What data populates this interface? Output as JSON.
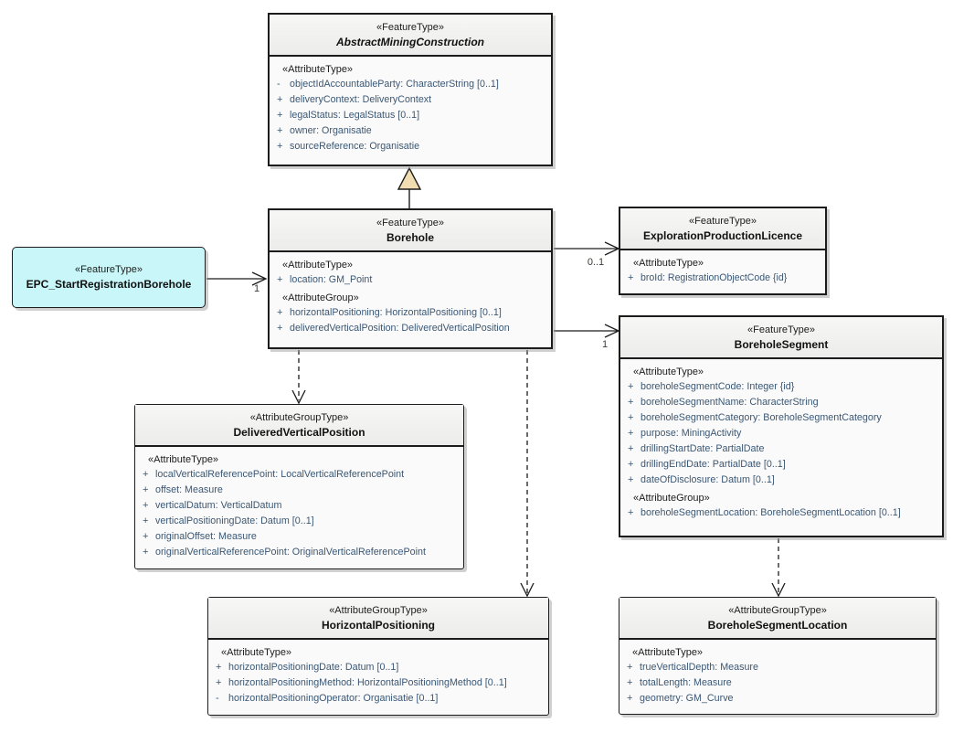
{
  "diagram": {
    "colors": {
      "attribute_text": "#3a5774",
      "stereotype_text": "#1c1c1c",
      "border": "#1c1c1c",
      "box_fill": "#fafafa",
      "header_fill": "#efefee",
      "epc_fill": "#c9f7f9",
      "generalization_fill": "#f2ddb2",
      "label_text": "#3c3a33"
    }
  },
  "classes": [
    {
      "stereotype": "«FeatureType»",
      "name": "AbstractMiningConstruction",
      "abstract": true,
      "compartments": [
        {
          "label": "«AttributeType»",
          "attributes": [
            {
              "vis": "-",
              "text": "objectIdAccountableParty: CharacterString [0..1]"
            },
            {
              "vis": "+",
              "text": "deliveryContext: DeliveryContext"
            },
            {
              "vis": "+",
              "text": "legalStatus: LegalStatus [0..1]"
            },
            {
              "vis": "+",
              "text": "owner: Organisatie"
            },
            {
              "vis": "+",
              "text": "sourceReference: Organisatie"
            }
          ]
        }
      ]
    },
    {
      "stereotype": "«FeatureType»",
      "name": "Borehole",
      "abstract": false,
      "compartments": [
        {
          "label": "«AttributeType»",
          "attributes": [
            {
              "vis": "+",
              "text": "location: GM_Point"
            }
          ]
        },
        {
          "label": "«AttributeGroup»",
          "attributes": [
            {
              "vis": "+",
              "text": "horizontalPositioning: HorizontalPositioning [0..1]"
            },
            {
              "vis": "+",
              "text": "deliveredVerticalPosition: DeliveredVerticalPosition"
            }
          ]
        }
      ]
    },
    {
      "stereotype": "«FeatureType»",
      "name": "EPC_StartRegistrationBorehole",
      "abstract": false,
      "compartments": []
    },
    {
      "stereotype": "«FeatureType»",
      "name": "ExplorationProductionLicence",
      "abstract": false,
      "compartments": [
        {
          "label": "«AttributeType»",
          "attributes": [
            {
              "vis": "+",
              "text": "broId: RegistrationObjectCode {id}"
            }
          ]
        }
      ]
    },
    {
      "stereotype": "«FeatureType»",
      "name": "BoreholeSegment",
      "abstract": false,
      "compartments": [
        {
          "label": "«AttributeType»",
          "attributes": [
            {
              "vis": "+",
              "text": "boreholeSegmentCode: Integer {id}"
            },
            {
              "vis": "+",
              "text": "boreholeSegmentName: CharacterString"
            },
            {
              "vis": "+",
              "text": "boreholeSegmentCategory: BoreholeSegmentCategory"
            },
            {
              "vis": "+",
              "text": "purpose: MiningActivity"
            },
            {
              "vis": "+",
              "text": "drillingStartDate: PartialDate"
            },
            {
              "vis": "+",
              "text": "drillingEndDate: PartialDate [0..1]"
            },
            {
              "vis": "+",
              "text": "dateOfDisclosure: Datum [0..1]"
            }
          ]
        },
        {
          "label": "«AttributeGroup»",
          "attributes": [
            {
              "vis": "+",
              "text": "boreholeSegmentLocation: BoreholeSegmentLocation [0..1]"
            }
          ]
        }
      ]
    },
    {
      "stereotype": "«AttributeGroupType»",
      "name": "DeliveredVerticalPosition",
      "abstract": false,
      "compartments": [
        {
          "label": "«AttributeType»",
          "attributes": [
            {
              "vis": "+",
              "text": "localVerticalReferencePoint: LocalVerticalReferencePoint"
            },
            {
              "vis": "+",
              "text": "offset: Measure"
            },
            {
              "vis": "+",
              "text": "verticalDatum: VerticalDatum"
            },
            {
              "vis": "+",
              "text": "verticalPositioningDate: Datum [0..1]"
            },
            {
              "vis": "+",
              "text": "originalOffset: Measure"
            },
            {
              "vis": "+",
              "text": "originalVerticalReferencePoint: OriginalVerticalReferencePoint"
            }
          ]
        }
      ]
    },
    {
      "stereotype": "«AttributeGroupType»",
      "name": "HorizontalPositioning",
      "abstract": false,
      "compartments": [
        {
          "label": "«AttributeType»",
          "attributes": [
            {
              "vis": "+",
              "text": "horizontalPositioningDate: Datum [0..1]"
            },
            {
              "vis": "+",
              "text": "horizontalPositioningMethod: HorizontalPositioningMethod [0..1]"
            },
            {
              "vis": "-",
              "text": "horizontalPositioningOperator: Organisatie [0..1]"
            }
          ]
        }
      ]
    },
    {
      "stereotype": "«AttributeGroupType»",
      "name": "BoreholeSegmentLocation",
      "abstract": false,
      "compartments": [
        {
          "label": "«AttributeType»",
          "attributes": [
            {
              "vis": "+",
              "text": "trueVerticalDepth: Measure"
            },
            {
              "vis": "+",
              "text": "totalLength: Measure"
            },
            {
              "vis": "+",
              "text": "geometry: GM_Curve"
            }
          ]
        }
      ]
    }
  ],
  "connectors": {
    "labels": [
      {
        "text": "1"
      },
      {
        "text": "0..1"
      },
      {
        "text": "1"
      }
    ]
  }
}
